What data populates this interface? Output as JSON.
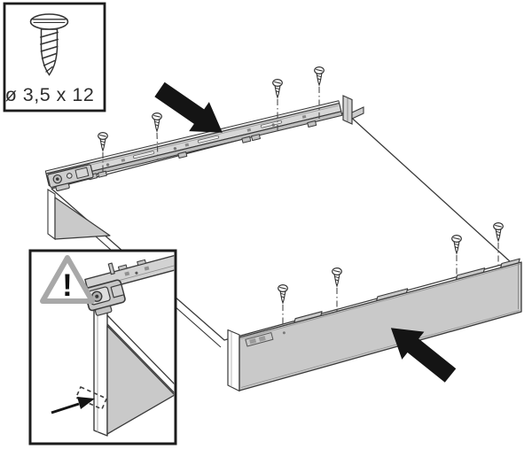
{
  "diagram": {
    "title_hint": "drawer-rail-assembly-instruction",
    "screw_spec": {
      "label": "ø 3,5 x 12",
      "icon": "pan-head-screw-icon"
    },
    "warning": {
      "symbol": "!",
      "icon": "warning-triangle-icon"
    },
    "rails": {
      "rear_rail_screw_count": 4,
      "front_rail_screw_count": 4
    },
    "icons": {
      "direction_arrows": "solid-black-arrow-icon",
      "guide_lines": "dash-dot-screw-guide",
      "target_outline": "dashed-fastening-outline"
    },
    "colors": {
      "outline": "#3a3a3a",
      "panel_gray": "#c9c9c9",
      "rail_gray": "#d7d7d7",
      "arrow_black": "#141414",
      "warning_gray": "#a8a8a8",
      "background": "#ffffff"
    }
  }
}
